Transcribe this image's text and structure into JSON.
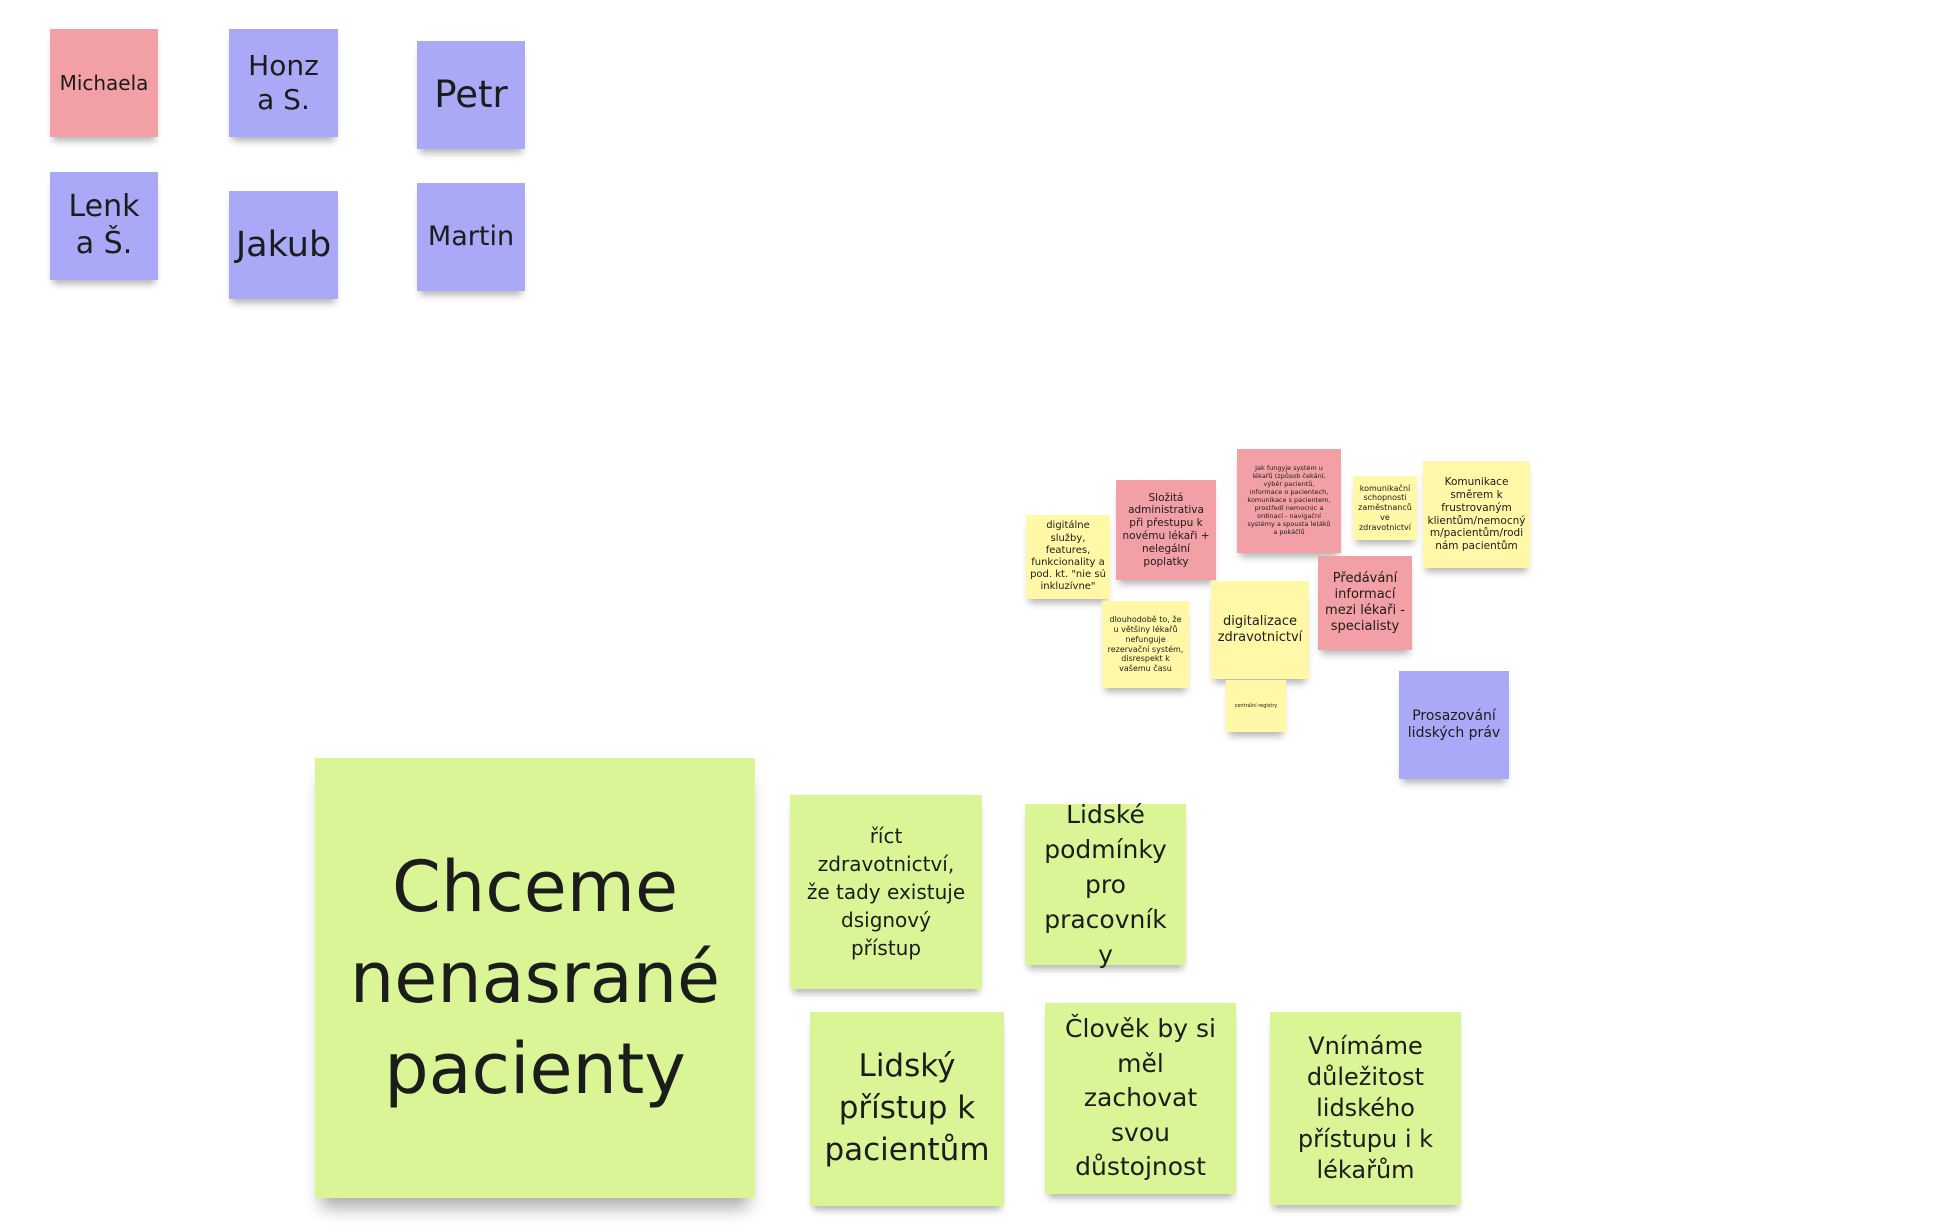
{
  "board": {
    "colors": {
      "pink": "#f2a0a5",
      "blue": "#a9a9f7",
      "yellow": "#fff8a6",
      "green": "#d9f595",
      "background": "#ffffff"
    },
    "participants": [
      {
        "text": "Michaela",
        "color": "pink"
      },
      {
        "text": "Honza S.",
        "color": "blue"
      },
      {
        "text": "Petr",
        "color": "blue"
      },
      {
        "text": "Lenka Š.",
        "color": "blue"
      },
      {
        "text": "Jakub",
        "color": "blue"
      },
      {
        "text": "Martin",
        "color": "blue"
      }
    ],
    "problems": [
      {
        "text": "digitálne služby, features, funkcionality a pod. kt. \"nie sú inkluzívne\"",
        "color": "yellow"
      },
      {
        "text": "Složitá administrativa při přestupu k novému lékaři + nelegální poplatky",
        "color": "pink"
      },
      {
        "text": "Jak fungyje systém u lékařů (způsob čekání, výběr pacientů, informace o pacientech, komunikace s pacientem, prostředí nemocnic a ordinací - navigační systémy a spousta letáků a pokáčlů",
        "color": "pink"
      },
      {
        "text": "komunikační schopnosti zaměstnanců ve zdravotnictví",
        "color": "yellow"
      },
      {
        "text": "Komunikace směrem k frustrovaným klientům/nemocným/pacientům/rodinám pacientům",
        "color": "yellow"
      },
      {
        "text": "dlouhodobě to, že u většiny lékařů nefunguje rezervační systém, disrespekt k vašemu času",
        "color": "yellow"
      },
      {
        "text": "digitalizace zdravotnictví",
        "color": "yellow"
      },
      {
        "text": "Předávání informací mezi lékaři - specialisty",
        "color": "pink"
      },
      {
        "text": "centrální registry",
        "color": "yellow"
      },
      {
        "text": "Prosazování lidských práv",
        "color": "blue"
      }
    ],
    "goal": {
      "text": "Chceme nenasrané pacienty",
      "color": "green"
    },
    "ideas": [
      {
        "text": "říct zdravotnictví, že tady existuje dsignový přístup",
        "color": "green"
      },
      {
        "text": "Lidské podmínky pro pracovníky",
        "color": "green"
      },
      {
        "text": "Lidský přístup k pacientům",
        "color": "green"
      },
      {
        "text": "Člověk by si měl zachovat svou důstojnost",
        "color": "green"
      },
      {
        "text": "Vnímáme důležitost lidského přístupu i k lékařům",
        "color": "green"
      }
    ]
  }
}
